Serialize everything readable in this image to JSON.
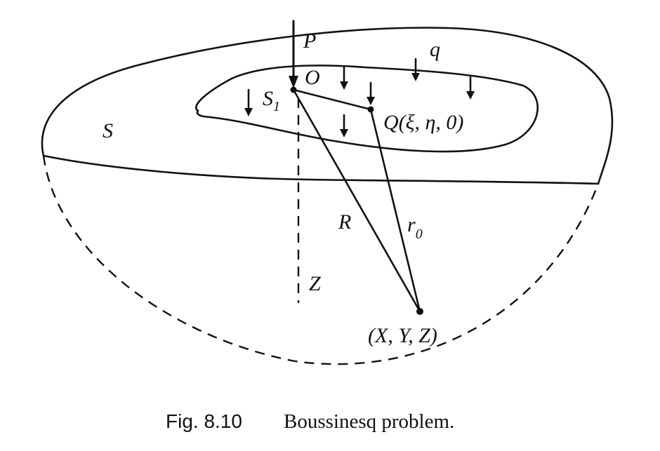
{
  "labels": {
    "P": "P",
    "q": "q",
    "O": "O",
    "S1_main": "S",
    "S1_sub": "1",
    "S": "S",
    "Q": "Q(ξ, η, 0)",
    "R": "R",
    "r0_main": "r",
    "r0_sub": "0",
    "Z": "Z",
    "XYZ": "(X, Y, Z)"
  },
  "caption": {
    "fig": "Fig. 8.10",
    "text": "Boussinesq problem."
  }
}
